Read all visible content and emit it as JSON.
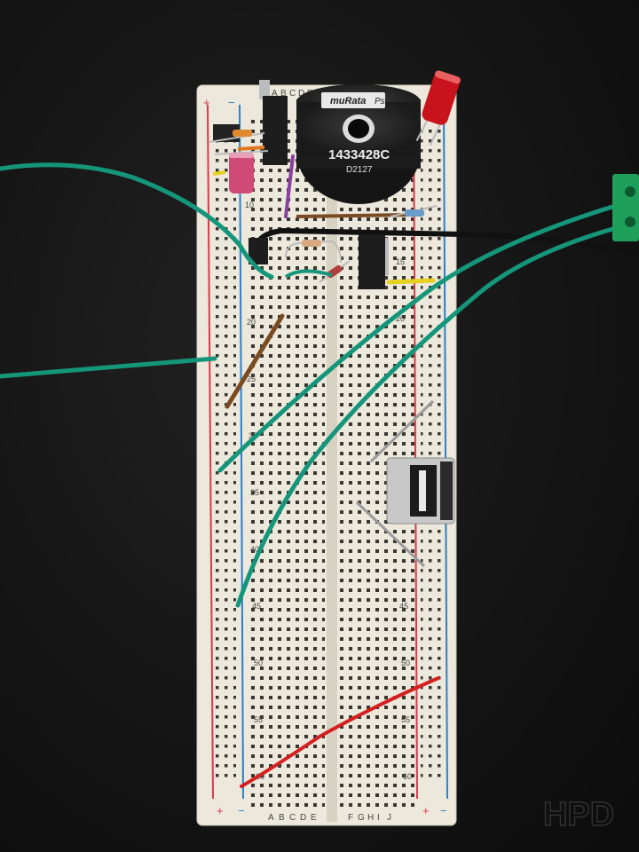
{
  "breadboard": {
    "columns_left": [
      "A",
      "B",
      "C",
      "D",
      "E"
    ],
    "columns_right": [
      "F",
      "G",
      "H",
      "I",
      "J"
    ],
    "top_columns": [
      "A",
      "B",
      "C",
      "D",
      "E"
    ],
    "row_numbers": [
      "10",
      "15",
      "20",
      "25",
      "30",
      "35",
      "40",
      "45",
      "50",
      "55",
      "60"
    ],
    "rail_plus": "+",
    "rail_minus": "−"
  },
  "inductor": {
    "brand": "muRata",
    "brand_suffix": "Ps",
    "part_number": "1433428C",
    "date_code": "D2127"
  },
  "watermark": {
    "text": "HPD"
  },
  "colors": {
    "board": "#ece8dc",
    "red_rail": "#d83a4a",
    "blue_rail": "#2f7fc8",
    "green_wire": "#15967a",
    "red_wire": "#d42020",
    "brown_wire": "#7a4a22"
  }
}
